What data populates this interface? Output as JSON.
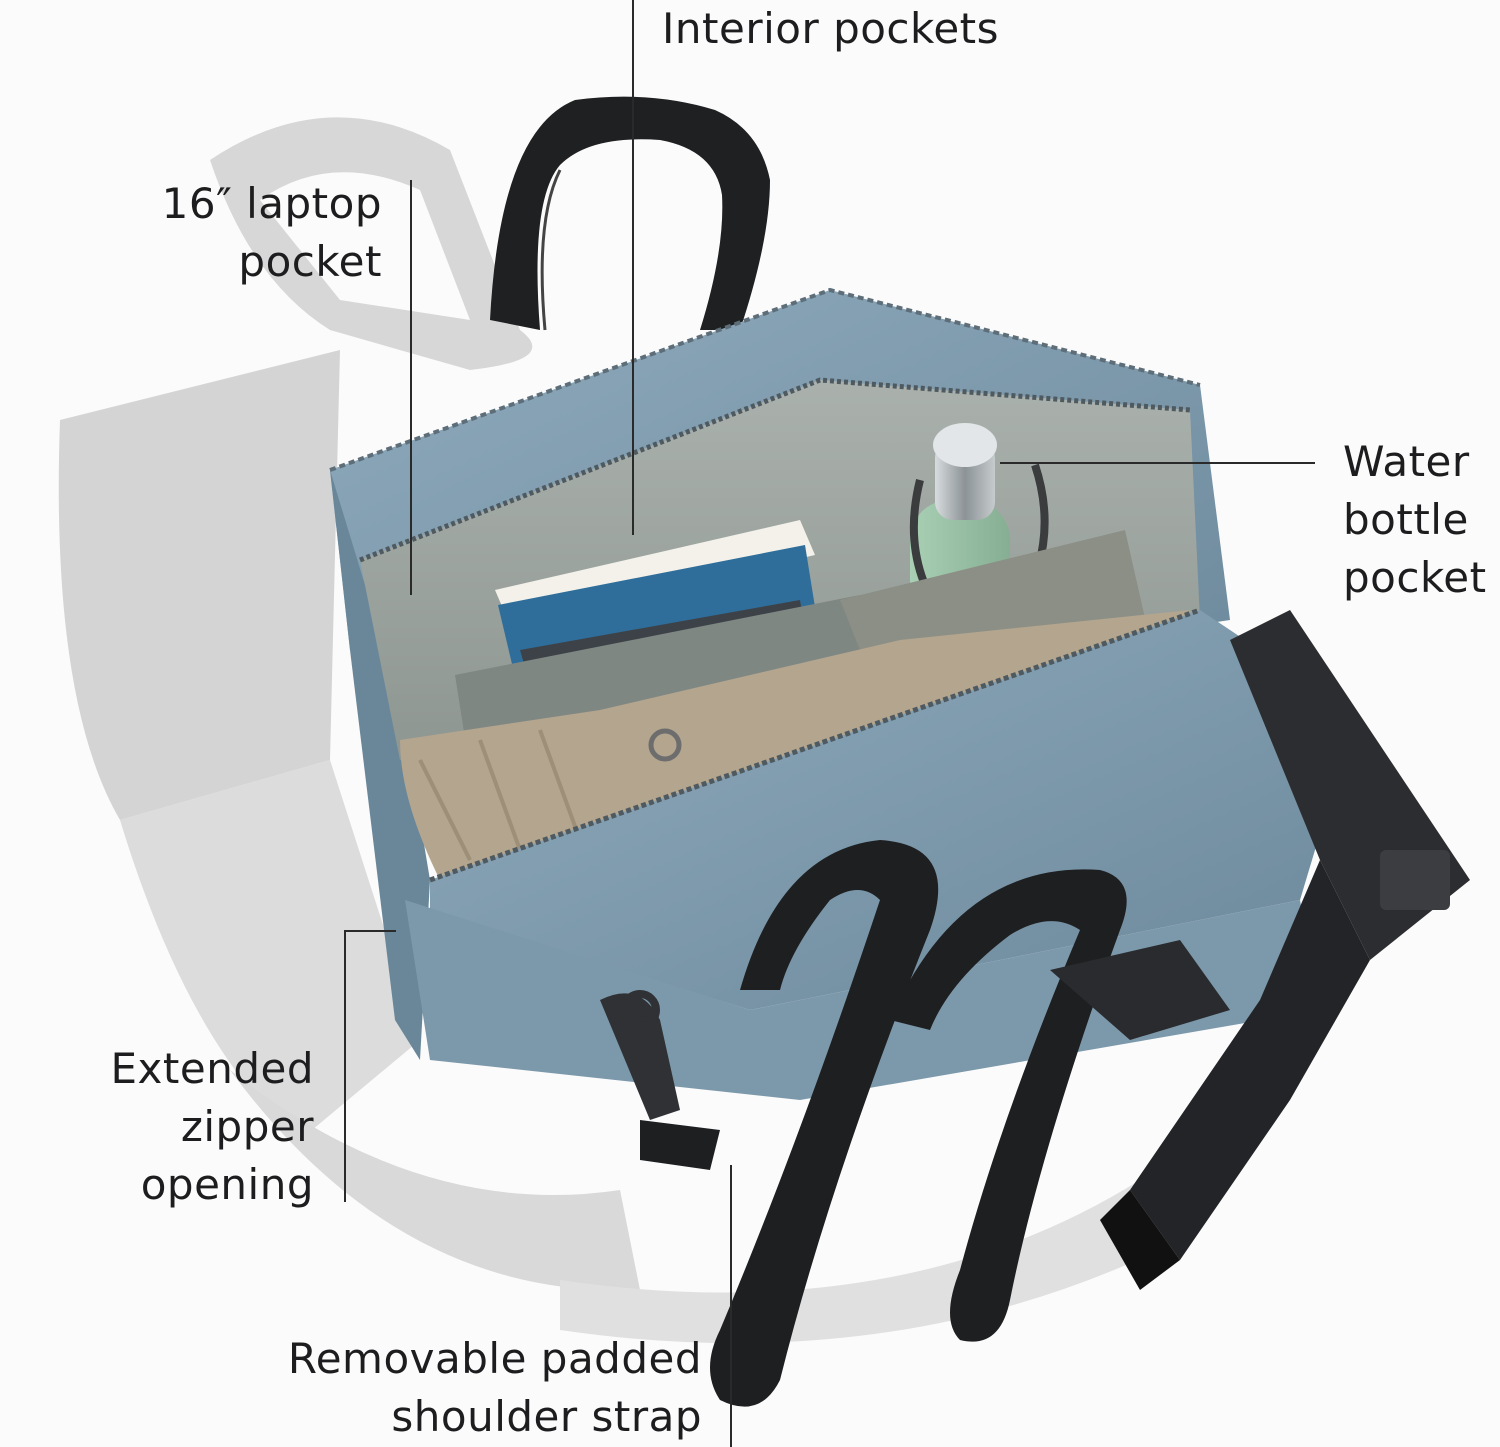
{
  "colors": {
    "background": "#fbfbfb",
    "bag_blue": "#7f9db0",
    "bag_blue_dark": "#6a8799",
    "lining_grey": "#a3aaa6",
    "strap_black": "#1e1f21",
    "bottle_mint": "#9cc3a7",
    "sweater_tan": "#b3a58e",
    "text": "#1d1d1f"
  },
  "callouts": {
    "interior_pockets": {
      "lines": [
        "Interior pockets"
      ]
    },
    "laptop_pocket": {
      "lines": [
        "16″ laptop",
        "pocket"
      ]
    },
    "water_bottle_pocket": {
      "lines": [
        "Water",
        "bottle",
        "pocket"
      ]
    },
    "extended_zipper": {
      "lines": [
        "Extended",
        "zipper",
        "opening"
      ]
    },
    "shoulder_strap": {
      "lines": [
        "Removable padded",
        "shoulder strap"
      ]
    }
  }
}
